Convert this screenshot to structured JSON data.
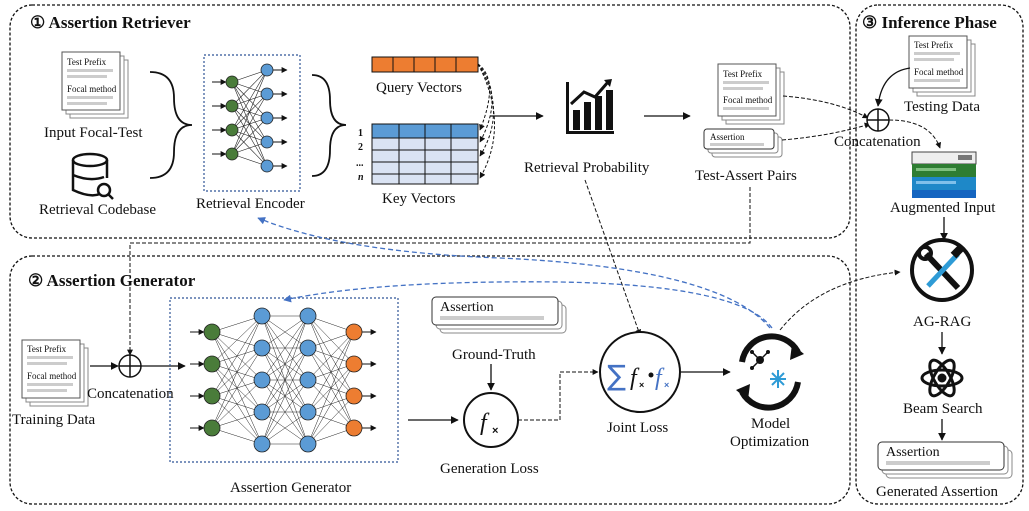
{
  "sections": {
    "retriever": "① Assertion Retriever",
    "generator": "② Assertion Generator",
    "inference": "③ Inference Phase"
  },
  "retriever": {
    "input_focal_test": "Input Focal-Test",
    "retrieval_codebase": "Retrieval Codebase",
    "retrieval_encoder": "Retrieval Encoder",
    "query_vectors": "Query Vectors",
    "key_vectors": "Key Vectors",
    "key_rows": [
      "1",
      "2",
      "...",
      "n"
    ],
    "retrieval_probability": "Retrieval Probability",
    "test_assert_pairs": "Test-Assert Pairs"
  },
  "doc": {
    "test_prefix": "Test Prefix",
    "focal_method": "Focal method",
    "assertion": "Assertion"
  },
  "generator": {
    "training_data": "Training Data",
    "concatenation": "Concatenation",
    "assertion_generator": "Assertion Generator",
    "ground_truth": "Ground-Truth",
    "generation_loss": "Generation Loss",
    "joint_loss": "Joint Loss",
    "model_optimization_1": "Model",
    "model_optimization_2": "Optimization"
  },
  "inference": {
    "testing_data": "Testing Data",
    "concatenation": "Concatenation",
    "augmented_input": "Augmented Input",
    "ag_rag": "AG-RAG",
    "beam_search": "Beam Search",
    "generated_assertion": "Generated Assertion"
  },
  "colors": {
    "node_green": "#4a7c3a",
    "node_blue": "#5b9bd5",
    "node_orange": "#ed7d31",
    "key_header": "#5b9bd5",
    "key_row": "#dae3f3",
    "dashed_blue": "#4472c4"
  }
}
